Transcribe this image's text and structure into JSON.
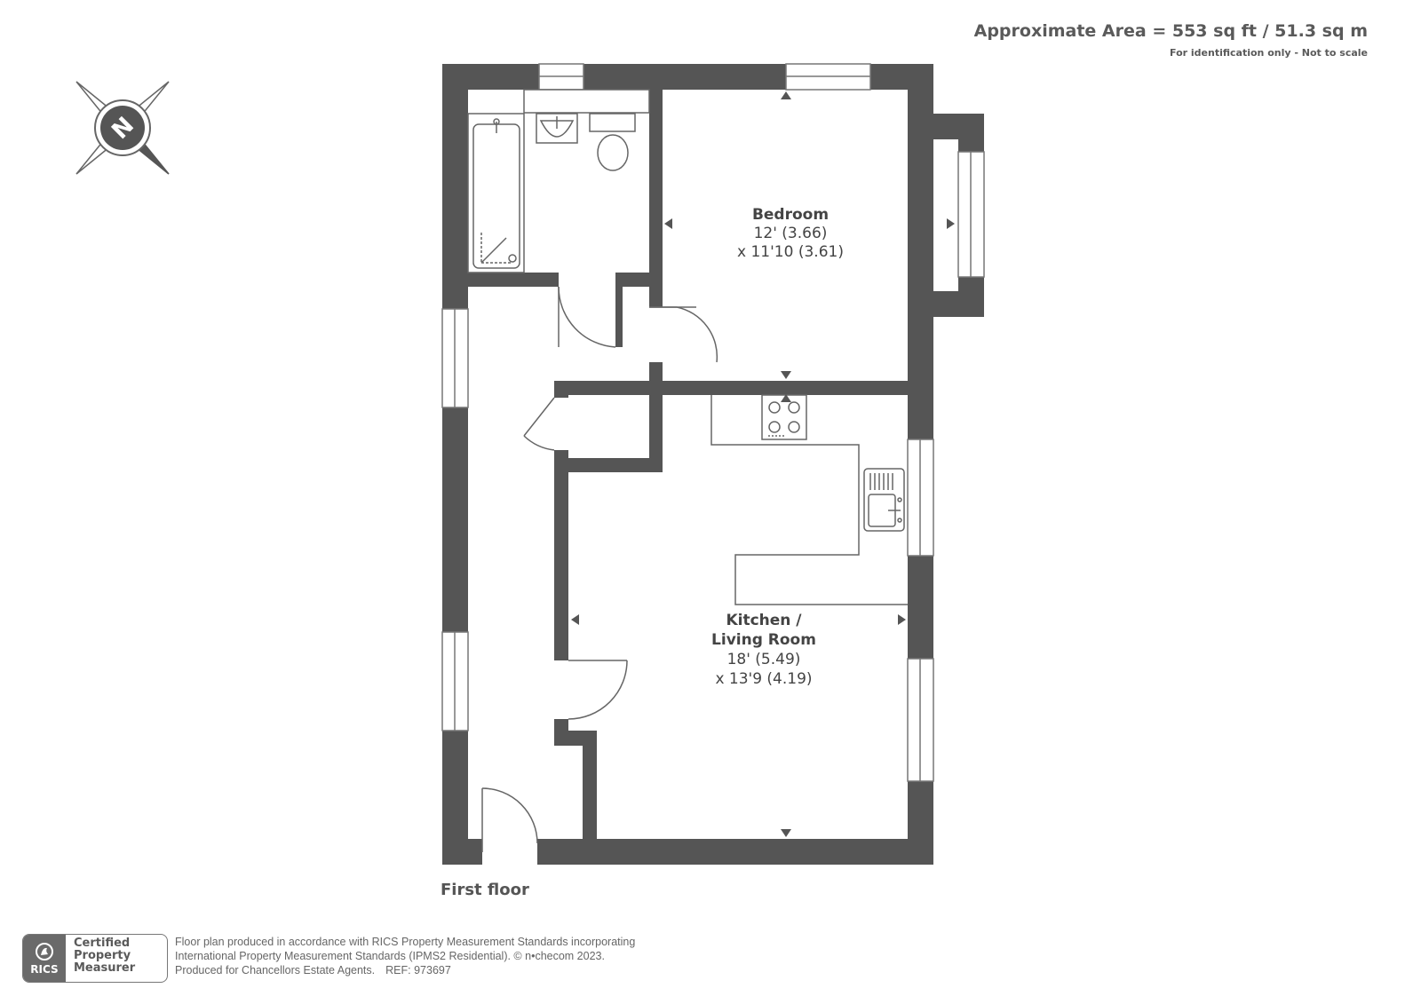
{
  "header": {
    "area": "Approximate Area = 553 sq ft / 51.3 sq m",
    "disclaimer": "For identification only - Not to scale"
  },
  "compass": {
    "letter": "N",
    "icon": "compass-rose-icon"
  },
  "rooms": {
    "bedroom": {
      "name": "Bedroom",
      "dim1": "12' (3.66)",
      "dim2": "x 11'10 (3.61)"
    },
    "kitchen": {
      "name1": "Kitchen /",
      "name2": "Living Room",
      "dim1": "18' (5.49)",
      "dim2": "x 13'9 (4.19)"
    }
  },
  "floor_label": "First floor",
  "badge": {
    "brand": "RICS",
    "line1": "Certified",
    "line2": "Property",
    "line3": "Measurer"
  },
  "footer": {
    "line1": "Floor plan produced in accordance with RICS Property Measurement Standards incorporating",
    "line2": "International Property Measurement Standards (IPMS2 Residential).   © n•checom 2023.",
    "line3_a": "Produced for Chancellors Estate Agents.",
    "line3_b": "REF: 973697"
  },
  "colors": {
    "wall": "#555555",
    "fixture_stroke": "#666666",
    "text": "#444444"
  }
}
